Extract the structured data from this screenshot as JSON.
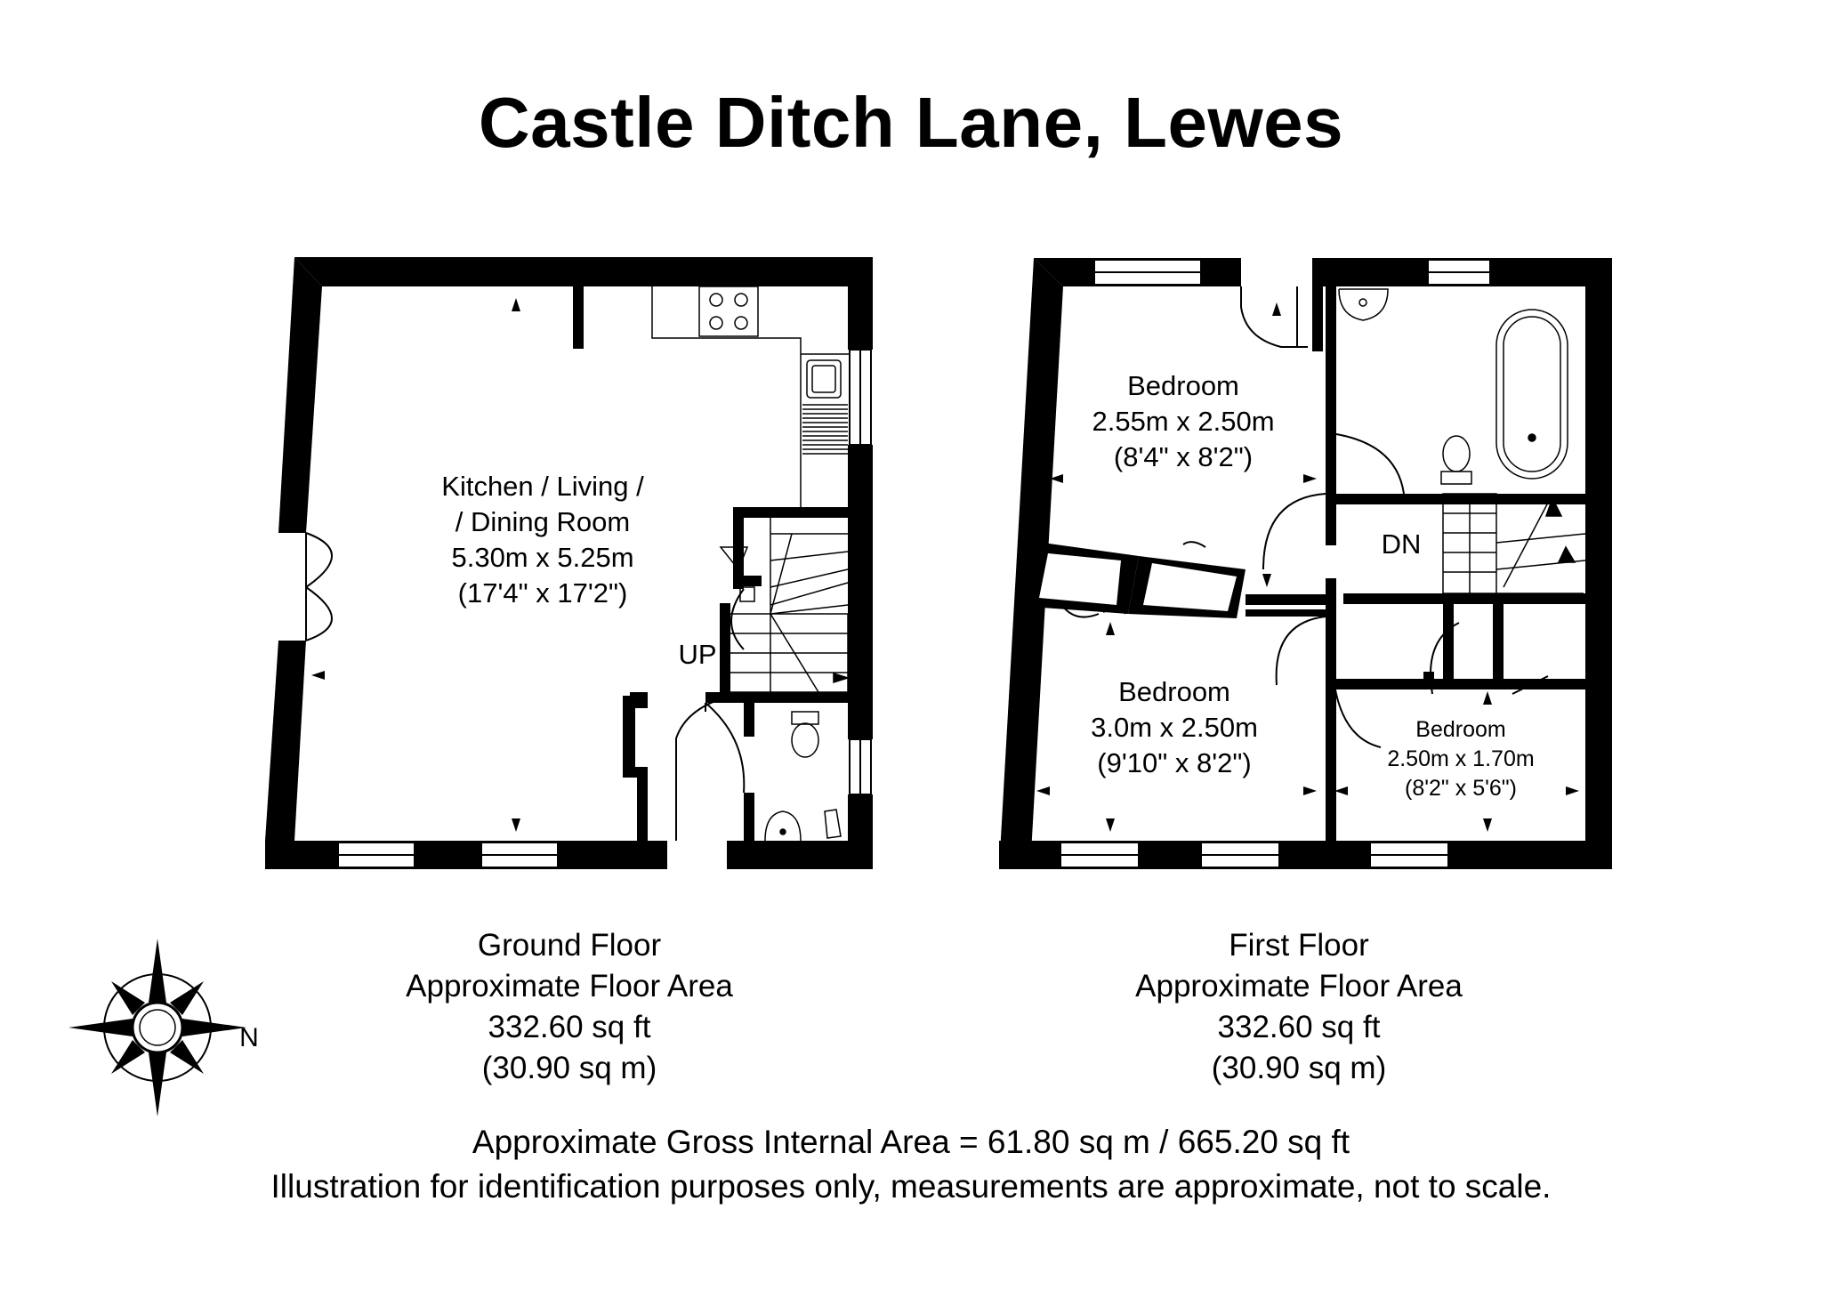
{
  "title": "Castle Ditch Lane, Lewes",
  "ground_floor": {
    "room": {
      "line1": "Kitchen / Living /",
      "line2": "/ Dining Room",
      "size_m": "5.30m x 5.25m",
      "size_ft": "(17'4\" x 17'2\")"
    },
    "stairs_label": "UP",
    "caption": {
      "name": "Ground Floor",
      "area_label": "Approximate Floor Area",
      "area_ft": "332.60 sq ft",
      "area_m": "(30.90 sq m)"
    }
  },
  "first_floor": {
    "rooms": [
      {
        "name": "Bedroom",
        "size_m": "2.55m x 2.50m",
        "size_ft": "(8'4\" x 8'2\")"
      },
      {
        "name": "Bedroom",
        "size_m": "3.0m x 2.50m",
        "size_ft": "(9'10\" x 8'2\")"
      },
      {
        "name": "Bedroom",
        "size_m": "2.50m x 1.70m",
        "size_ft": "(8'2\" x 5'6\")"
      }
    ],
    "stairs_label": "DN",
    "caption": {
      "name": "First Floor",
      "area_label": "Approximate Floor Area",
      "area_ft": "332.60 sq ft",
      "area_m": "(30.90 sq m)"
    }
  },
  "compass": {
    "label": "N",
    "icon": "compass-rose-icon"
  },
  "footer": {
    "gross_area": "Approximate Gross Internal Area = 61.80 sq m / 665.20 sq ft",
    "disclaimer": "Illustration for identification purposes only, measurements are approximate, not to scale."
  }
}
